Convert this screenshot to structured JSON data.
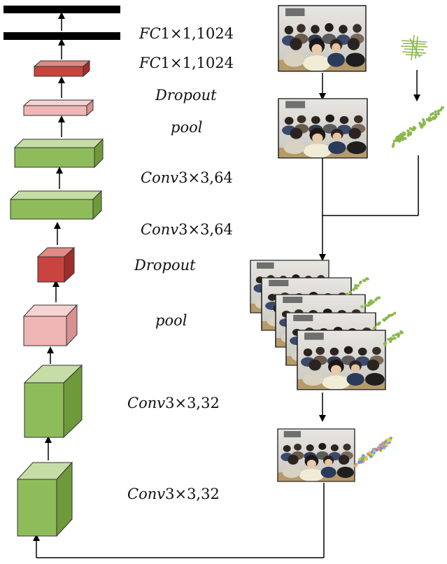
{
  "labels": {
    "fc_top": {
      "name": "FC",
      "params": "1×1,1024"
    },
    "fc_bottom": {
      "name": "FC",
      "params": "1×1,1024"
    },
    "dropout_top": "Dropout",
    "pool_top": "pool",
    "conv_64_a": {
      "name": "Conv",
      "params": "3×3,64"
    },
    "conv_64_b": {
      "name": "Conv",
      "params": "3×3,64"
    },
    "dropout_bottom": "Dropout",
    "pool_bottom": "pool",
    "conv_32_a": {
      "name": "Conv",
      "params": "3×3,32"
    },
    "conv_32_b": {
      "name": "Conv",
      "params": "3×3,32"
    }
  },
  "colors": {
    "conv": "#8fbc5a",
    "conv_top": "#c6dea5",
    "conv_side": "#6f9a3c",
    "dropout": "#c8443f",
    "dropout_top": "#e08a86",
    "dropout_side": "#9e2e2a",
    "pool": "#f0b6b6",
    "pool_top": "#f6d2d2",
    "pool_side": "#d99090",
    "fc": "#000000",
    "points": "#8ab84a"
  },
  "icons": {
    "photo": "classroom-photo-icon",
    "wave": "waveform-icon",
    "scatter": "point-cloud-icon"
  }
}
